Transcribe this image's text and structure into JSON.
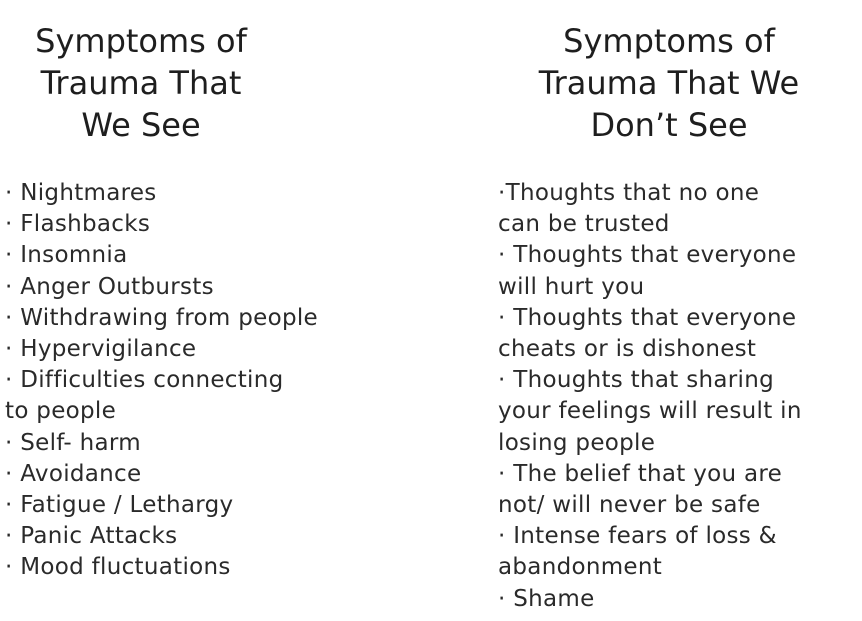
{
  "left": {
    "title_lines": [
      "Symptoms of",
      "Trauma That",
      "We See"
    ],
    "lines": [
      "· Nightmares",
      "· Flashbacks",
      "· Insomnia",
      "· Anger Outbursts",
      "· Withdrawing from people",
      "· Hypervigilance",
      "· Difficulties connecting",
      "to people",
      "· Self- harm",
      "· Avoidance",
      "· Fatigue / Lethargy",
      "· Panic Attacks",
      "· Mood fluctuations"
    ]
  },
  "right": {
    "title_lines": [
      "Symptoms of",
      "Trauma That We",
      "Don’t See"
    ],
    "lines": [
      "·Thoughts that no one",
      "can be trusted",
      "· Thoughts that everyone",
      "will hurt you",
      "· Thoughts that everyone",
      "cheats or is dishonest",
      "· Thoughts that sharing",
      "your feelings will result in",
      "losing people",
      "· The belief that you are",
      "not/ will never be safe",
      "· Intense fears of loss &",
      "abandonment",
      "· Shame"
    ]
  }
}
